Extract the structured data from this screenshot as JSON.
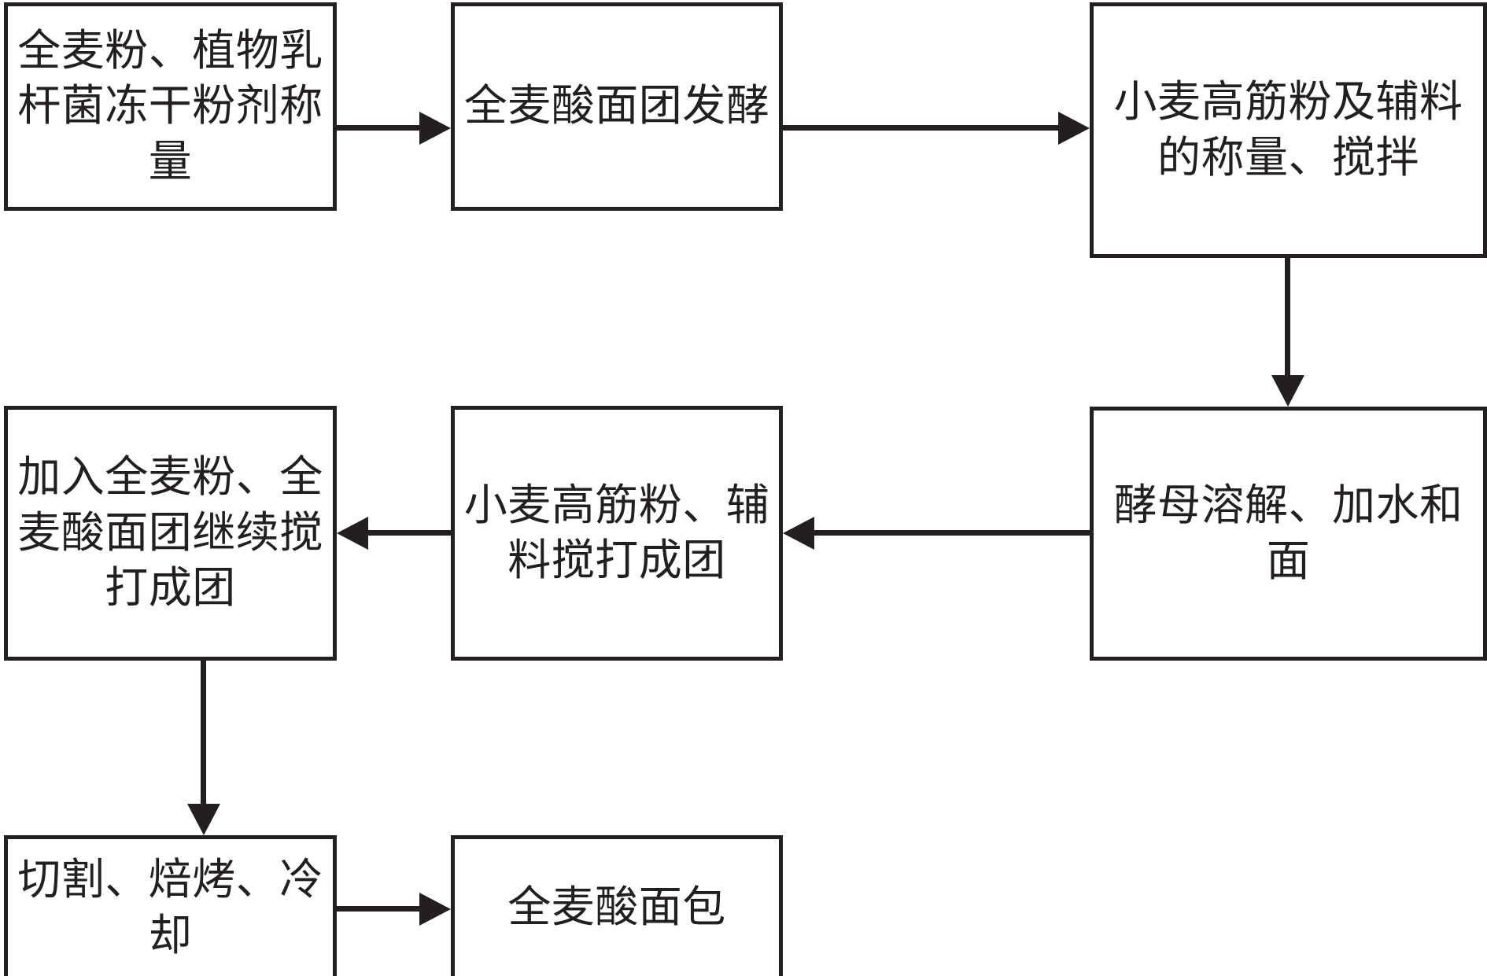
{
  "diagram": {
    "type": "process-flowchart",
    "language": "zh-CN",
    "orientation": "boustrophedon-3-rows",
    "colors": {
      "stroke": "#231f20",
      "fill": "#ffffff",
      "text": "#231f20"
    },
    "nodes": [
      {
        "id": "node-1",
        "order": 1,
        "text": "全麦粉、植物乳杆菌冻干粉剂称量",
        "row": 1,
        "column": 1
      },
      {
        "id": "node-2",
        "order": 2,
        "text": "全麦酸面团发酵",
        "row": 1,
        "column": 2
      },
      {
        "id": "node-3",
        "order": 3,
        "text": "小麦高筋粉及辅料的称量、搅拌",
        "row": 1,
        "column": 3
      },
      {
        "id": "node-4",
        "order": 4,
        "text": "酵母溶解、加水和面",
        "row": 2,
        "column": 3
      },
      {
        "id": "node-5",
        "order": 5,
        "text": "小麦高筋粉、辅料搅打成团",
        "row": 2,
        "column": 2
      },
      {
        "id": "node-6",
        "order": 6,
        "text": "加入全麦粉、全麦酸面团继续搅打成团",
        "row": 2,
        "column": 1
      },
      {
        "id": "node-7",
        "order": 7,
        "text": "切割、焙烤、冷却",
        "row": 3,
        "column": 1
      },
      {
        "id": "node-8",
        "order": 8,
        "text": "全麦酸面包",
        "row": 3,
        "column": 2
      }
    ],
    "edges": [
      {
        "id": "arrow-1",
        "from": "node-1",
        "to": "node-2",
        "direction": "right"
      },
      {
        "id": "arrow-2",
        "from": "node-2",
        "to": "node-3",
        "direction": "right"
      },
      {
        "id": "arrow-3",
        "from": "node-3",
        "to": "node-4",
        "direction": "down"
      },
      {
        "id": "arrow-4",
        "from": "node-4",
        "to": "node-5",
        "direction": "left"
      },
      {
        "id": "arrow-5",
        "from": "node-5",
        "to": "node-6",
        "direction": "left"
      },
      {
        "id": "arrow-6",
        "from": "node-6",
        "to": "node-7",
        "direction": "down"
      },
      {
        "id": "arrow-7",
        "from": "node-7",
        "to": "node-8",
        "direction": "right"
      }
    ]
  }
}
